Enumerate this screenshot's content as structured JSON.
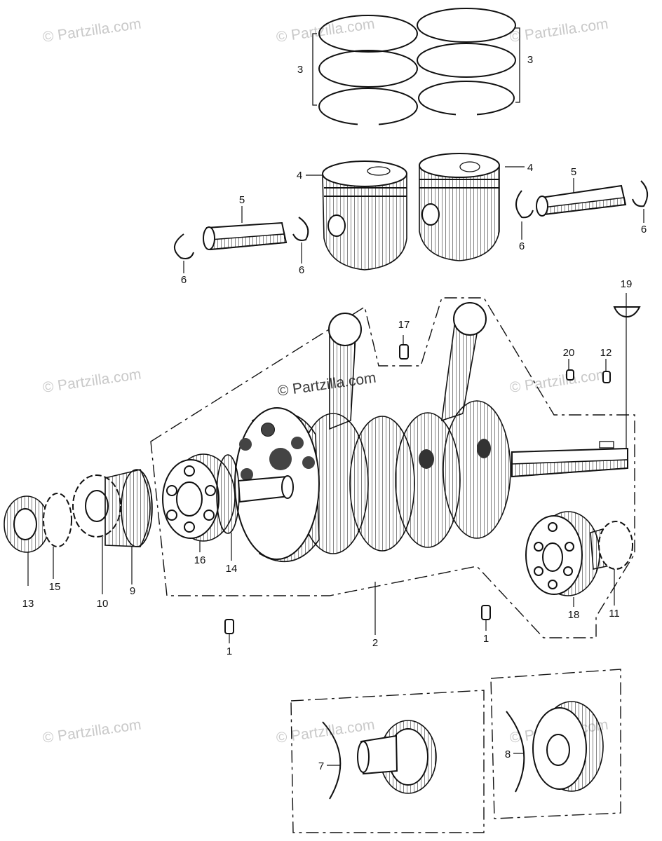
{
  "watermark": {
    "text": "© Partzilla.com"
  },
  "callouts": {
    "c1a": "1",
    "c1b": "1",
    "c2": "2",
    "c3a": "3",
    "c3b": "3",
    "c4a": "4",
    "c4b": "4",
    "c5a": "5",
    "c5b": "5",
    "c6a": "6",
    "c6b": "6",
    "c6c": "6",
    "c6d": "6",
    "c7": "7",
    "c8": "8",
    "c9": "9",
    "c10": "10",
    "c11": "11",
    "c12": "12",
    "c13": "13",
    "c14": "14",
    "c15": "15",
    "c16": "16",
    "c17": "17",
    "c18": "18",
    "c19": "19",
    "c20": "20"
  }
}
